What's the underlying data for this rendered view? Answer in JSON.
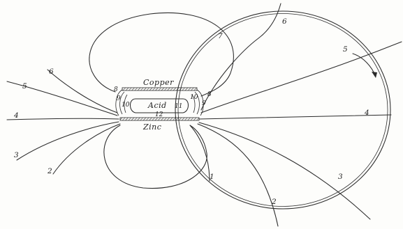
{
  "plates": {
    "top_label": "Copper",
    "bottom_label": "Zinc",
    "inner_label": "Acid"
  },
  "line_labels": {
    "l1": "1",
    "l2": "2",
    "l2b": "2",
    "l3": "3",
    "l3b": "3",
    "l4": "4",
    "l4b": "4",
    "l5": "5",
    "l5b": "5",
    "l6": "6",
    "l6b": "6",
    "l7": "7",
    "l8a": "8",
    "l8b": "8",
    "l9a": "9",
    "l9b": "9",
    "l10a": "10",
    "l10b": "10",
    "l11": "11",
    "l12": "12"
  },
  "colors": {
    "ink": "#2a2a2a",
    "paper": "#fdfdfb"
  },
  "icons": {
    "direction": "arrow-icon"
  }
}
